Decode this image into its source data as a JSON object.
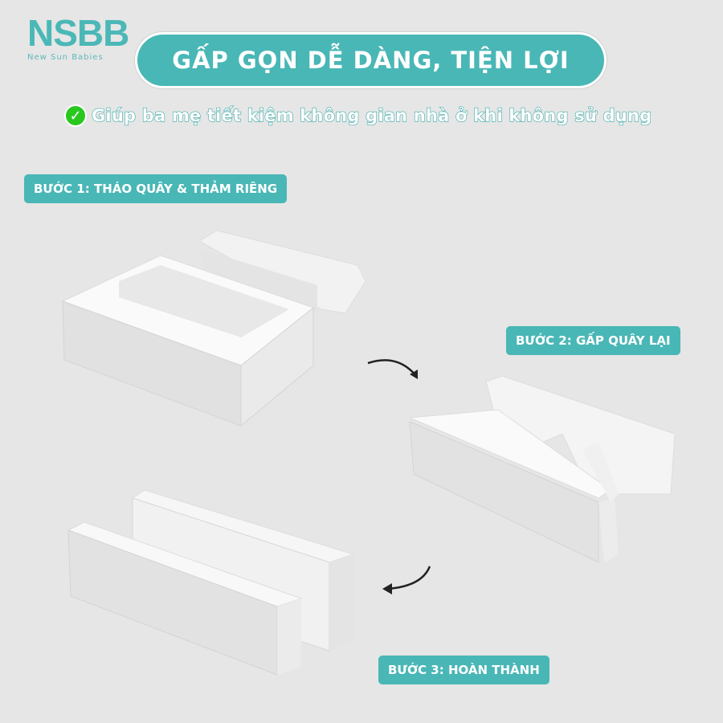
{
  "brand": {
    "logo": "NSBB",
    "tagline": "New Sun Babies"
  },
  "title": "GẤP GỌN DỄ DÀNG, TIỆN LỢI",
  "subtitle": {
    "icon": "check-circle-icon",
    "text": "Giúp ba mẹ tiết kiệm không gian nhà ở khi không sử dụng"
  },
  "steps": [
    {
      "label": "BƯỚC 1: THÁO QUÂY & THẢM RIÊNG"
    },
    {
      "label": "BƯỚC 2: GẤP QUÂY LẠI"
    },
    {
      "label": "BƯỚC 3: HOÀN THÀNH"
    }
  ],
  "colors": {
    "accent": "#49b7b6",
    "background": "#e6e6e6",
    "check": "#28c81e"
  }
}
